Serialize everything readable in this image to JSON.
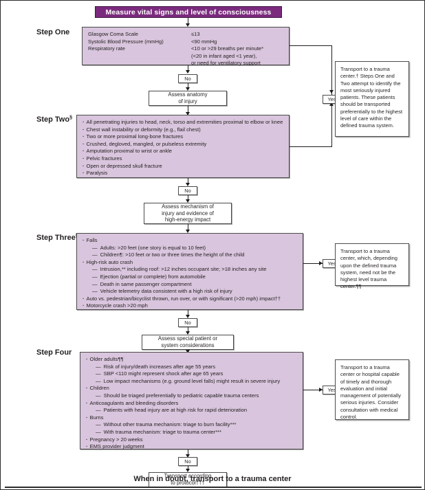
{
  "banner": {
    "title": "Measure vital signs and level of consciousness"
  },
  "steps": {
    "one": {
      "label": "Step One",
      "sup": "",
      "criteria": [
        {
          "name": "Glasgow Coma Scale",
          "value": "≤13"
        },
        {
          "name": "Systolic Blood Pressure (mmHg)",
          "value": "<90 mmHg"
        },
        {
          "name": "Respiratory rate",
          "value": "<10 or >29 breaths per minute*"
        },
        {
          "name": "",
          "value": "(<20 in infant aged <1 year),"
        },
        {
          "name": "",
          "value": "or need for ventilatory support"
        }
      ]
    },
    "two": {
      "label": "Step Two",
      "sup": "§",
      "items": [
        {
          "level": "bullet",
          "text": "All penetrating injuries to head, neck, torso and extremities proximal to elbow or knee"
        },
        {
          "level": "bullet",
          "text": "Chest wall instability or deformity (e.g., flail chest)"
        },
        {
          "level": "bullet",
          "text": "Two or more proximal long-bone fractures"
        },
        {
          "level": "bullet",
          "text": "Crushed, degloved, mangled, or pulseless extremity"
        },
        {
          "level": "bullet",
          "text": "Amputation proximal to wrist or ankle"
        },
        {
          "level": "bullet",
          "text": "Pelvic fractures"
        },
        {
          "level": "bullet",
          "text": "Open or depressed skull fracture"
        },
        {
          "level": "bullet",
          "text": "Paralysis"
        }
      ]
    },
    "three": {
      "label": "Step Three",
      "sup": "§",
      "items": [
        {
          "level": "bullet",
          "text": "Falls"
        },
        {
          "level": "dash",
          "text": "Adults: >20 feet (one story is equal to 10 feet)"
        },
        {
          "level": "dash",
          "text": "Children¶: >10 feet or two or three times the height of the child"
        },
        {
          "level": "bullet",
          "text": "High-risk auto crash"
        },
        {
          "level": "dash",
          "text": "Intrusion,** including roof: >12 inches occupant site; >18 inches any site"
        },
        {
          "level": "dash",
          "text": "Ejection (partial or complete) from automobile"
        },
        {
          "level": "dash",
          "text": "Death in same passenger compartment"
        },
        {
          "level": "dash",
          "text": "Vehicle telemetry data consistent with a high risk of injury"
        },
        {
          "level": "bullet",
          "text": "Auto vs. pedestrian/bicyclist thrown, run over, or with significant (>20 mph) impact††"
        },
        {
          "level": "bullet",
          "text": "Motorcycle crash >20 mph"
        }
      ]
    },
    "four": {
      "label": "Step Four",
      "sup": "",
      "items": [
        {
          "level": "bullet",
          "text": "Older adults¶¶"
        },
        {
          "level": "dash",
          "text": "Risk of injury/death increases after age 55 years"
        },
        {
          "level": "dash",
          "text": "SBP <110 might represent shock after age 65 years"
        },
        {
          "level": "dash",
          "text": "Low impact mechanisms (e.g. ground level falls) might result in severe injury"
        },
        {
          "level": "bullet",
          "text": "Children"
        },
        {
          "level": "dash",
          "text": "Should be triaged preferentially to pediatric capable trauma centers"
        },
        {
          "level": "bullet",
          "text": "Anticoagulants and bleeding disorders"
        },
        {
          "level": "dash",
          "text": "Patients with head injury are at high risk for rapid deterioration"
        },
        {
          "level": "bullet",
          "text": "Burns"
        },
        {
          "level": "dash",
          "text": "Without other trauma mechanism: triage to burn facility***"
        },
        {
          "level": "dash",
          "text": "With trauma mechanism: triage to trauma center***"
        },
        {
          "level": "bullet",
          "text": "Pregnancy > 20 weeks"
        },
        {
          "level": "bullet",
          "text": "EMS provider judgment"
        }
      ]
    }
  },
  "assess": {
    "anatomy": [
      "Assess anatomy",
      "of injury"
    ],
    "mechanism": [
      "Assess mechanism of",
      "injury and evidence of",
      "high-energy impact"
    ],
    "special": [
      "Assess special patient or",
      "system considerations"
    ],
    "protocol": [
      "Transport according",
      "to protocol†††"
    ]
  },
  "tags": {
    "no": "No",
    "yes": "Yes"
  },
  "transport": {
    "top": "Transport to a trauma center.† Steps One and Two attempt to identify the most seriously injured patients. These patients should be transported preferentially to the highest level of care within the defined trauma system.",
    "mid": "Transport to a trauma center, which, depending upon the defined trauma system, need not be the highest level trauma center.¶¶",
    "bottom": "Transport to a trauma center or hospital capable of timely and thorough evaluation and initial management of potentially serious injuries. Consider consultation with medical control."
  },
  "footer": {
    "text": "When in doubt, transport to a trauma center"
  },
  "colors": {
    "banner_bg": "#7b2b7e",
    "panel_bg": "#d9c5dd",
    "line": "#1c1c1c"
  }
}
